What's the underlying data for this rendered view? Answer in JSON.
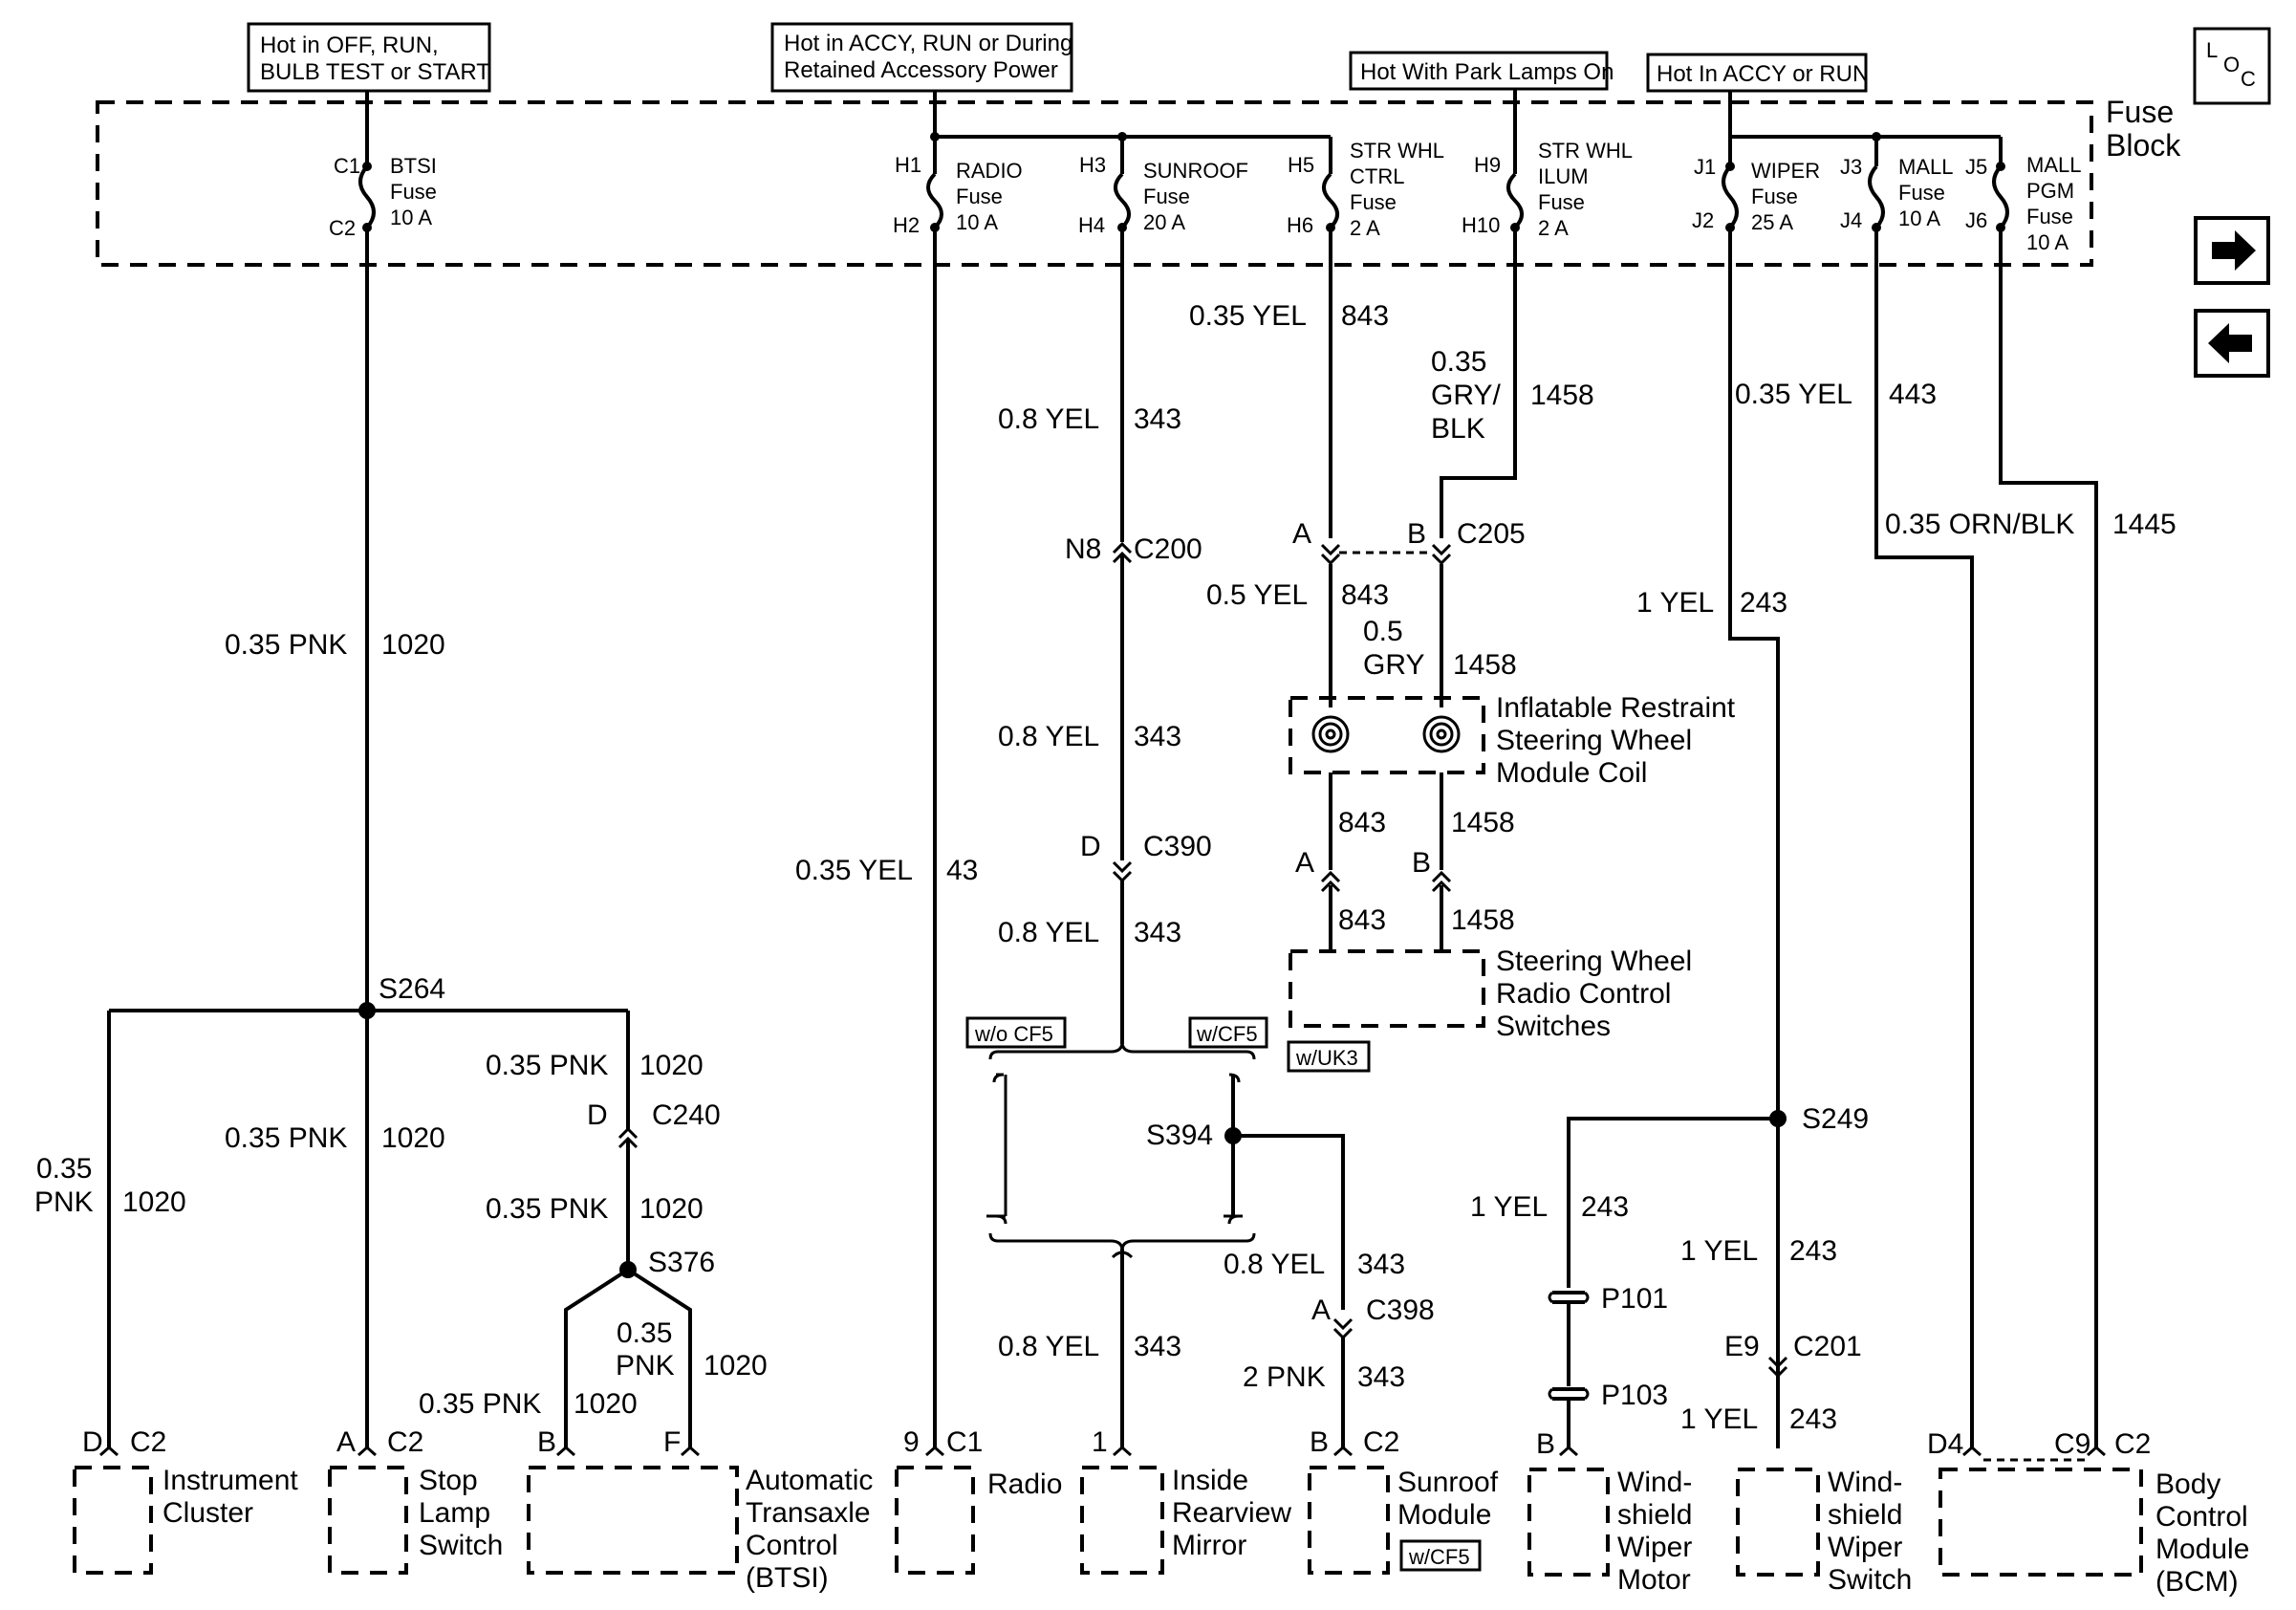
{
  "hot_labels": {
    "off_run": [
      "Hot in OFF, RUN,",
      "BULB TEST or START"
    ],
    "accy": [
      "Hot in ACCY, RUN or During",
      "Retained Accessory Power"
    ],
    "park": "Hot With Park Lamps On",
    "accy_run": "Hot In ACCY or RUN"
  },
  "fuse_block": {
    "title": [
      "Fuse",
      "Block"
    ]
  },
  "loc_icon": {
    "label": "LOC"
  },
  "nav": {
    "next": "next-page",
    "prev": "previous-page"
  },
  "fuses": {
    "btsi": {
      "pin_in": "C1",
      "pin_out": "C2",
      "lines": [
        "BTSI",
        "Fuse",
        "10 A"
      ]
    },
    "radio": {
      "pin_in": "H1",
      "pin_out": "H2",
      "lines": [
        "RADIO",
        "Fuse",
        "10 A"
      ]
    },
    "sunroof": {
      "pin_in": "H3",
      "pin_out": "H4",
      "lines": [
        "SUNROOF",
        "Fuse",
        "20 A"
      ]
    },
    "strwhl_ctrl": {
      "pin_in": "H5",
      "pin_out": "H6",
      "lines": [
        "STR WHL",
        "CTRL",
        "Fuse",
        "2 A"
      ]
    },
    "strwhl_ilum": {
      "pin_in": "H9",
      "pin_out": "H10",
      "lines": [
        "STR WHL",
        "ILUM",
        "Fuse",
        "2 A"
      ]
    },
    "wiper": {
      "pin_in": "J1",
      "pin_out": "J2",
      "lines": [
        "WIPER",
        "Fuse",
        "25 A"
      ]
    },
    "mall": {
      "pin_in": "J3",
      "pin_out": "J4",
      "lines": [
        "MALL",
        "Fuse",
        "10 A"
      ]
    },
    "mall_pgm": {
      "pin_in": "J5",
      "pin_out": "J6",
      "lines": [
        "MALL",
        "PGM",
        "Fuse",
        "10 A"
      ]
    }
  },
  "wires": {
    "w1020_main": {
      "gauge": "0.35 PNK",
      "circuit": "1020"
    },
    "w1020_cluster": {
      "gauge": [
        "0.35",
        "PNK"
      ],
      "circuit": "1020"
    },
    "w1020_stop": {
      "gauge": "0.35 PNK",
      "circuit": "1020"
    },
    "w1020_c240_top": {
      "gauge": "0.35 PNK",
      "circuit": "1020"
    },
    "w1020_c240_bot": {
      "gauge": "0.35 PNK",
      "circuit": "1020"
    },
    "w1020_b": {
      "gauge": "0.35 PNK",
      "circuit": "1020"
    },
    "w1020_f": {
      "gauge": [
        "0.35",
        "PNK"
      ],
      "circuit": "1020"
    },
    "w43": {
      "gauge": "0.35 YEL",
      "circuit": "43"
    },
    "w343_a": {
      "gauge": "0.8 YEL",
      "circuit": "343"
    },
    "w343_b": {
      "gauge": "0.8 YEL",
      "circuit": "343"
    },
    "w343_c": {
      "gauge": "0.8 YEL",
      "circuit": "343"
    },
    "w343_d": {
      "gauge": "0.8 YEL",
      "circuit": "343"
    },
    "w343_e": {
      "gauge": "0.8 YEL",
      "circuit": "343"
    },
    "w343_pnk": {
      "gauge": "2 PNK",
      "circuit": "343"
    },
    "w843_a": {
      "gauge": "0.35 YEL",
      "circuit": "843"
    },
    "w843_b": {
      "gauge": "0.5 YEL",
      "circuit": "843"
    },
    "w843_c": {
      "circuit": "843"
    },
    "w843_d": {
      "circuit": "843"
    },
    "w1458_a": {
      "gauge": [
        "0.35",
        "GRY/",
        "BLK"
      ],
      "circuit": "1458"
    },
    "w1458_b": {
      "gauge": [
        "0.5",
        "GRY"
      ],
      "circuit": "1458"
    },
    "w1458_c": {
      "circuit": "1458"
    },
    "w1458_d": {
      "circuit": "1458"
    },
    "w443": {
      "gauge": "0.35 YEL",
      "circuit": "443"
    },
    "w1445": {
      "gauge": "0.35 ORN/BLK",
      "circuit": "1445"
    },
    "w243_a": {
      "gauge": "1 YEL",
      "circuit": "243"
    },
    "w243_b": {
      "gauge": "1 YEL",
      "circuit": "243"
    },
    "w243_c": {
      "gauge": "1 YEL",
      "circuit": "243"
    },
    "w243_d": {
      "gauge": "1 YEL",
      "circuit": "243"
    }
  },
  "connectors": {
    "c200": {
      "pin": "N8",
      "name": "C200"
    },
    "c205": {
      "pin_a": "A",
      "pin_b": "B",
      "name": "C205"
    },
    "c390": {
      "pin": "D",
      "name": "C390"
    },
    "c240": {
      "pin": "D",
      "name": "C240"
    },
    "c398": {
      "pin": "A",
      "name": "C398"
    },
    "c201": {
      "pin": "E9",
      "name": "C201"
    },
    "coil_out": {
      "pin_a": "A",
      "pin_b": "B"
    }
  },
  "splices": {
    "s264": "S264",
    "s376": "S376",
    "s394": "S394",
    "s249": "S249"
  },
  "options": {
    "wo_cf5": "w/o CF5",
    "w_cf5": "w/CF5",
    "w_uk3": "w/UK3",
    "w_cf5_sunroof": "w/CF5"
  },
  "inline": {
    "p101": "P101",
    "p103": "P103"
  },
  "components": {
    "airbag_coil": [
      "Inflatable Restraint",
      "Steering Wheel",
      "Module Coil"
    ],
    "radio_switches": [
      "Steering Wheel",
      "Radio Control",
      "Switches"
    ],
    "cluster": {
      "pin": "D",
      "conn": "C2",
      "name": [
        "Instrument",
        "Cluster"
      ]
    },
    "stop_lamp": {
      "pin": "A",
      "conn": "C2",
      "name": [
        "Stop",
        "Lamp",
        "Switch"
      ]
    },
    "transaxle": {
      "pin_b": "B",
      "pin_f": "F",
      "name": [
        "Automatic",
        "Transaxle",
        "Control",
        "(BTSI)"
      ]
    },
    "radio": {
      "pin": "9",
      "conn": "C1",
      "name": "Radio"
    },
    "mirror": {
      "pin": "1",
      "name": [
        "Inside",
        "Rearview",
        "Mirror"
      ]
    },
    "sunroof": {
      "pin": "B",
      "conn": "C2",
      "name": [
        "Sunroof",
        "Module"
      ]
    },
    "wiper_motor": {
      "pin": "B",
      "name": [
        "Wind-",
        "shield",
        "Wiper",
        "Motor"
      ]
    },
    "wiper_switch": {
      "name": [
        "Wind-",
        "shield",
        "Wiper",
        "Switch"
      ]
    },
    "bcm": {
      "pin_d4": "D4",
      "pin_c9": "C9",
      "conn": "C2",
      "name": [
        "Body",
        "Control",
        "Module",
        "(BCM)"
      ]
    }
  }
}
